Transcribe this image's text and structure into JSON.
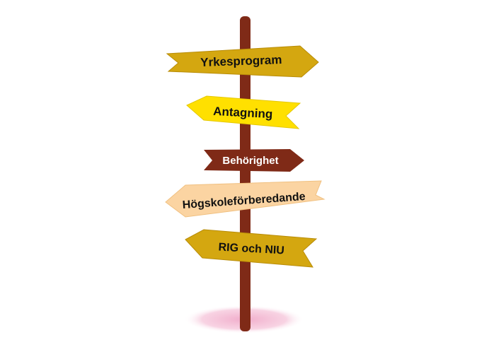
{
  "signpost": {
    "signs": [
      {
        "label": "Yrkesprogram",
        "pointing": "right",
        "fill": "#d4a710",
        "text_color": "#111111"
      },
      {
        "label": "Antagning",
        "pointing": "left",
        "fill": "#ffe000",
        "text_color": "#111111"
      },
      {
        "label": "Behörighet",
        "pointing": "right",
        "fill": "#7f2a17",
        "text_color": "#ffffff"
      },
      {
        "label": "Högskoleförberedande",
        "pointing": "left",
        "fill": "#fbd4a2",
        "text_color": "#111111"
      },
      {
        "label": "RIG och NIU",
        "pointing": "left",
        "fill": "#d4a710",
        "text_color": "#111111"
      }
    ],
    "pole_color": "#7f2a17",
    "shadow_color": "#f5c4dc"
  }
}
